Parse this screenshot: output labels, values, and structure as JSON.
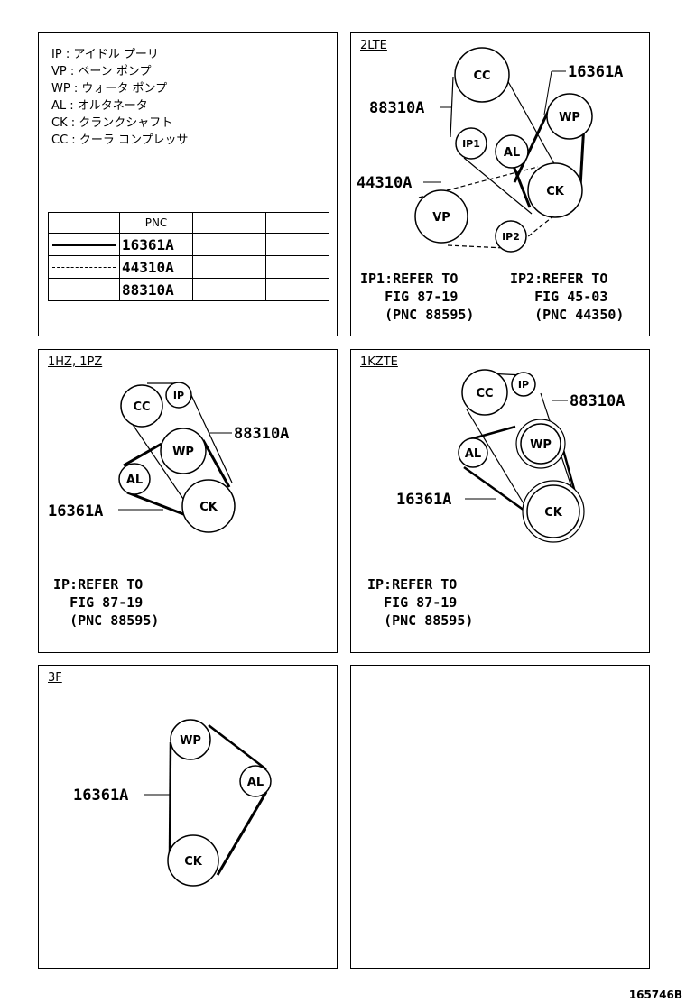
{
  "legend": {
    "items": [
      {
        "code": "IP",
        "name": "アイドル プーリ"
      },
      {
        "code": "VP",
        "name": "ベーン ポンプ"
      },
      {
        "code": "WP",
        "name": "ウォータ ポンプ"
      },
      {
        "code": "AL",
        "name": "オルタネータ"
      },
      {
        "code": "CK",
        "name": "クランクシャフト"
      },
      {
        "code": "CC",
        "name": "クーラ コンプレッサ"
      }
    ],
    "table_header": "PNC",
    "rows": [
      {
        "line": "thick",
        "pnc": "16361A"
      },
      {
        "line": "dashed",
        "pnc": "44310A"
      },
      {
        "line": "thin",
        "pnc": "88310A"
      }
    ]
  },
  "panels": {
    "p2lte": {
      "tag": "2LTE",
      "pulleys": {
        "cc": "CC",
        "wp": "WP",
        "ip1": "IP1",
        "al": "AL",
        "ck": "CK",
        "vp": "VP",
        "ip2": "IP2"
      },
      "labels": {
        "a": "16361A",
        "b": "88310A",
        "c": "44310A"
      },
      "note1": {
        "prefix": "IP1:",
        "line1": "REFER TO",
        "line2": "FIG 87-19",
        "line3": "(PNC 88595)"
      },
      "note2": {
        "prefix": "IP2:",
        "line1": "REFER TO",
        "line2": "FIG 45-03",
        "line3": "(PNC 44350)"
      }
    },
    "p1hz": {
      "tag": "1HZ, 1PZ",
      "pulleys": {
        "cc": "CC",
        "ip": "IP",
        "wp": "WP",
        "al": "AL",
        "ck": "CK"
      },
      "labels": {
        "a": "88310A",
        "b": "16361A"
      },
      "note": {
        "prefix": "IP:",
        "line1": "REFER TO",
        "line2": "FIG 87-19",
        "line3": "(PNC 88595)"
      }
    },
    "p1kzte": {
      "tag": "1KZTE",
      "pulleys": {
        "cc": "CC",
        "ip": "IP",
        "wp": "WP",
        "al": "AL",
        "ck": "CK"
      },
      "labels": {
        "a": "88310A",
        "b": "16361A"
      },
      "note": {
        "prefix": "IP:",
        "line1": "REFER TO",
        "line2": "FIG 87-19",
        "line3": "(PNC 88595)"
      }
    },
    "p3f": {
      "tag": "3F",
      "pulleys": {
        "wp": "WP",
        "al": "AL",
        "ck": "CK"
      },
      "labels": {
        "a": "16361A"
      }
    }
  },
  "figure_id": "165746B"
}
